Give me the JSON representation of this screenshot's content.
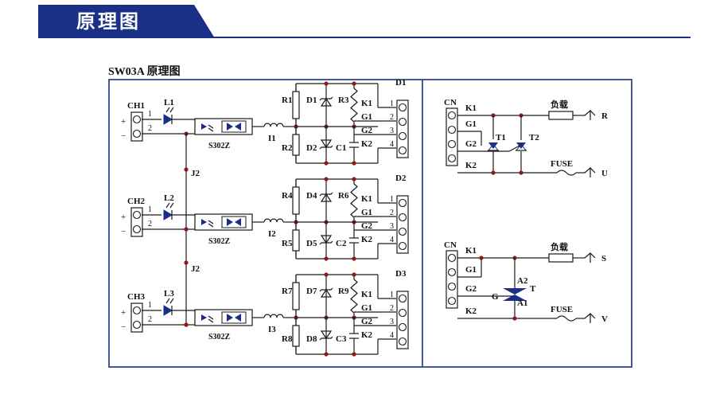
{
  "header": {
    "title": "原理图"
  },
  "diagram": {
    "caption": "SW03A 原理图",
    "channels": [
      {
        "input": "CH1",
        "led": "L1",
        "inductor": "I1",
        "coupler": "S302Z",
        "r_top": "R1",
        "d_top": "D1",
        "r_mid": "R3",
        "r_bot": "R2",
        "d_bot": "D2",
        "cap": "C1",
        "connector": "D1"
      },
      {
        "input": "CH2",
        "led": "L2",
        "inductor": "I2",
        "coupler": "S302Z",
        "r_top": "R4",
        "d_top": "D4",
        "r_mid": "R6",
        "r_bot": "R5",
        "d_bot": "D5",
        "cap": "C2",
        "connector": "D2"
      },
      {
        "input": "CH3",
        "led": "L3",
        "inductor": "I3",
        "coupler": "S302Z",
        "r_top": "R7",
        "d_top": "D7",
        "r_mid": "R9",
        "r_bot": "R8",
        "d_bot": "D8",
        "cap": "C3",
        "connector": "D3"
      }
    ],
    "pin_labels": [
      "1",
      "2"
    ],
    "polarity": [
      "+",
      "−"
    ],
    "jumpers": [
      "J2",
      "J2"
    ],
    "out_labels": [
      "K1",
      "G1",
      "G2",
      "K2"
    ],
    "out_pins": [
      "1",
      "2",
      "3",
      "4"
    ],
    "right_top": {
      "connector": "CN",
      "pins": [
        "K1",
        "G1",
        "G2",
        "K2"
      ],
      "t1": "T1",
      "t2": "T2",
      "load": "负载",
      "fuse": "FUSE",
      "term_a": "R",
      "term_b": "U"
    },
    "right_bottom": {
      "connector": "CN",
      "pins": [
        "K1",
        "G1",
        "G2",
        "K2"
      ],
      "a2": "A2",
      "a1": "A1",
      "t": "T",
      "g": "G",
      "load": "负载",
      "fuse": "FUSE",
      "term_a": "S",
      "term_b": "V"
    }
  }
}
